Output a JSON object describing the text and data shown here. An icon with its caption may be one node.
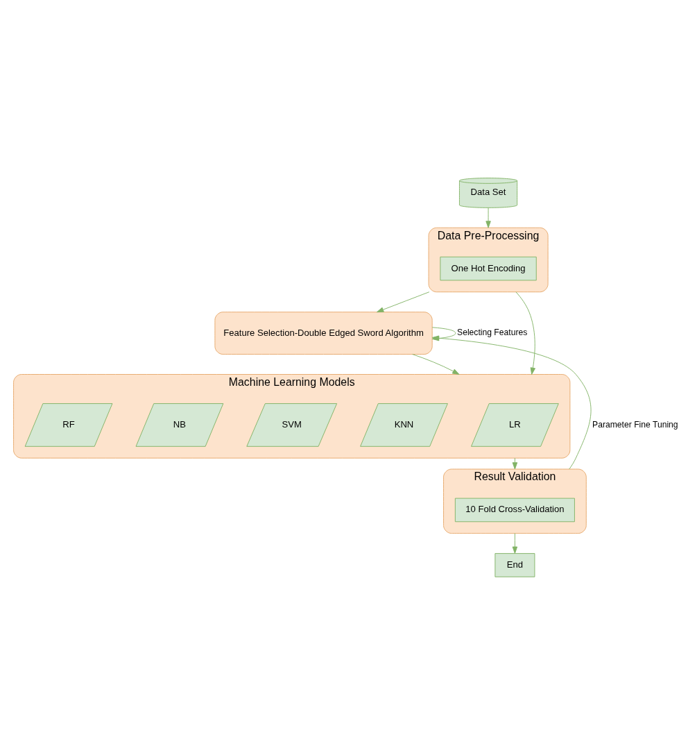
{
  "diagram": {
    "nodes": [
      {
        "text": [
          "Data Set"
        ]
      },
      {
        "text": [
          "Data Pre-Processing"
        ]
      },
      {
        "text": [
          "One Hot Encoding"
        ],
        "in": 1
      },
      {
        "text": [
          "Feature Selection-Double Edged Sword Algorithm"
        ]
      },
      {
        "text": [
          "Machine Learning Models"
        ]
      },
      {
        "text": [
          "LR"
        ],
        "in": 4
      },
      {
        "text": [
          "KNN"
        ],
        "in": 4
      },
      {
        "text": [
          "SVM"
        ],
        "in": 4
      },
      {
        "text": [
          "NB"
        ],
        "in": 4
      },
      {
        "text": [
          "RF"
        ],
        "in": 4
      },
      {
        "text": [
          "Result Validation"
        ]
      },
      {
        "text": [
          "10 Fold Cross-Validation"
        ],
        "in": 10
      },
      {
        "text": [
          "End"
        ]
      }
    ],
    "edges": [
      {
        "from": 0,
        "to": 1,
        "arrow": "to"
      },
      {
        "from": 1,
        "to": 4,
        "arrow": "to"
      },
      {
        "from": 1,
        "to": 3,
        "arrow": "to"
      },
      {
        "from": 3,
        "to": 3,
        "arrow": "to",
        "label": "Selecting Features"
      },
      {
        "from": 3,
        "to": 4,
        "arrow": "to"
      },
      {
        "from": 4,
        "to": 10,
        "arrow": "to"
      },
      {
        "from": 10,
        "to": 3,
        "arrow": "to",
        "label": "Parameter Fine Tuning"
      },
      {
        "from": 10,
        "to": 12,
        "arrow": "to"
      }
    ]
  }
}
